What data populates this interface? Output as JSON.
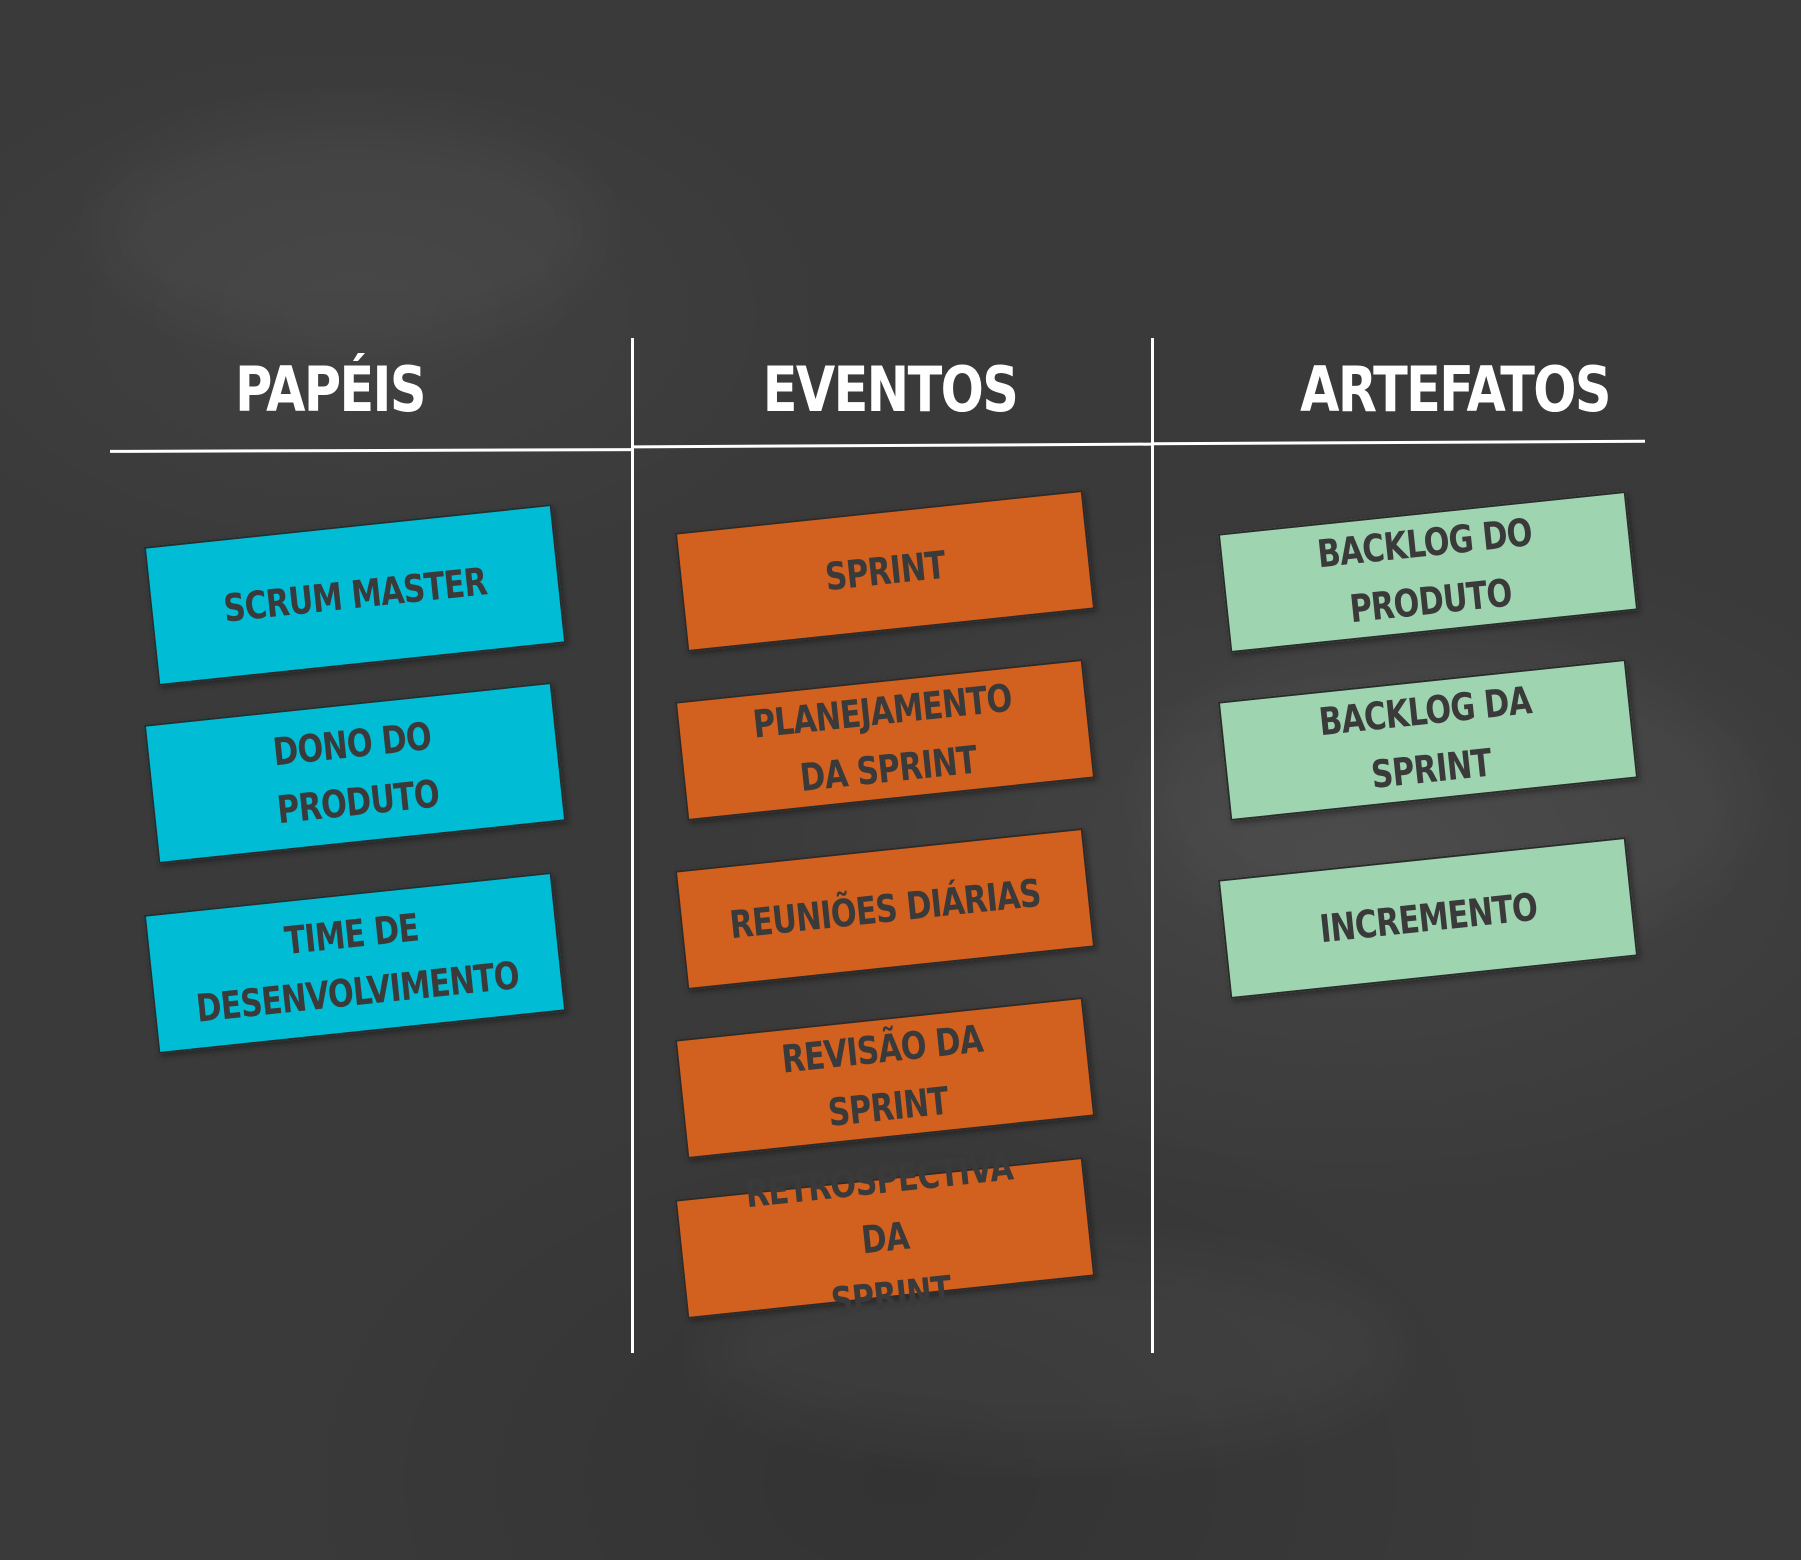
{
  "columns": [
    {
      "heading": "PAPÉIS",
      "cards": [
        "SCRUM MASTER",
        "DONO DO PRODUTO",
        "TIME DE\nDESENVOLVIMENTO"
      ]
    },
    {
      "heading": "EVENTOS",
      "cards": [
        "SPRINT",
        "PLANEJAMENTO\nDA SPRINT",
        "REUNIÕES DIÁRIAS",
        "REVISÃO DA\nSPRINT",
        "RETROSPECTIVA DA\nSPRINT"
      ]
    },
    {
      "heading": "ARTEFATOS",
      "cards": [
        "BACKLOG DO\nPRODUTO",
        "BACKLOG DA\nSPRINT",
        "INCREMENTO"
      ]
    }
  ],
  "colors": {
    "background": "#3a3a3a",
    "roles": "#00bcd4",
    "events": "#d2601f",
    "artifacts": "#9fd4b0",
    "card_text": "#3a3a3a",
    "lines": "#ffffff"
  }
}
